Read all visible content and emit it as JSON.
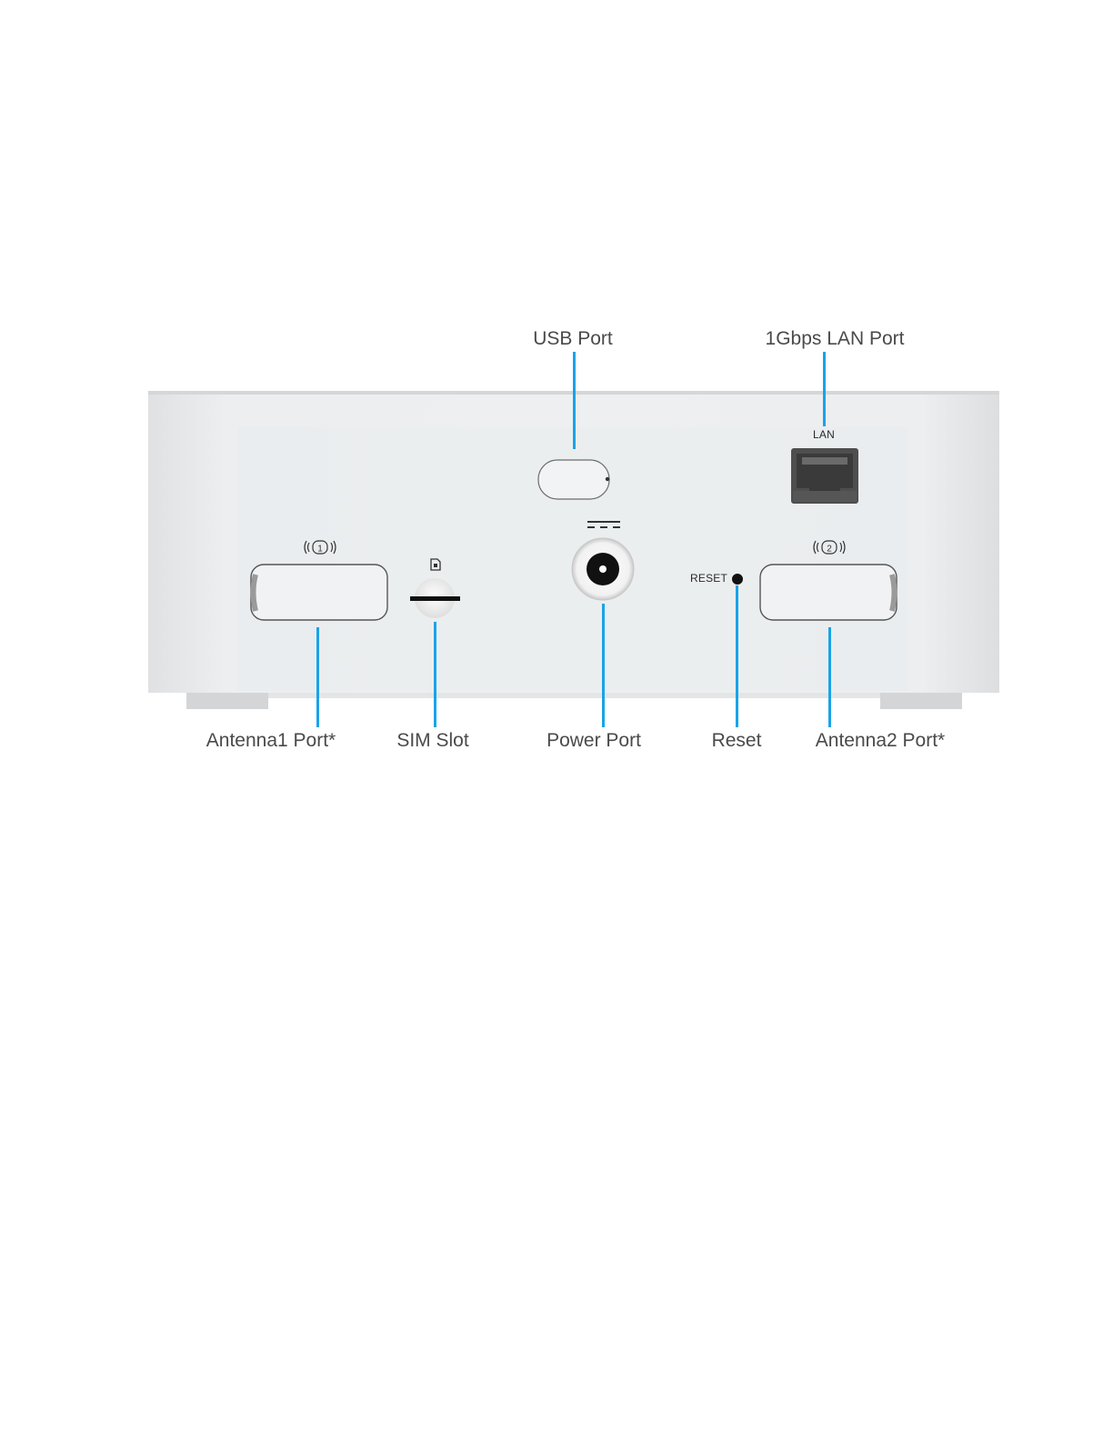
{
  "callouts": {
    "usb_port": "USB Port",
    "lan_port": "1Gbps LAN Port",
    "antenna1_port": "Antenna1 Port*",
    "sim_slot": "SIM Slot",
    "power_port": "Power Port",
    "reset": "Reset",
    "antenna2_port": "Antenna2 Port*"
  },
  "device_labels": {
    "lan": "LAN",
    "reset": "RESET",
    "antenna1_number": "1",
    "antenna2_number": "2"
  },
  "colors": {
    "leader": "#1aa3e8",
    "device_body": "#ebedef"
  }
}
